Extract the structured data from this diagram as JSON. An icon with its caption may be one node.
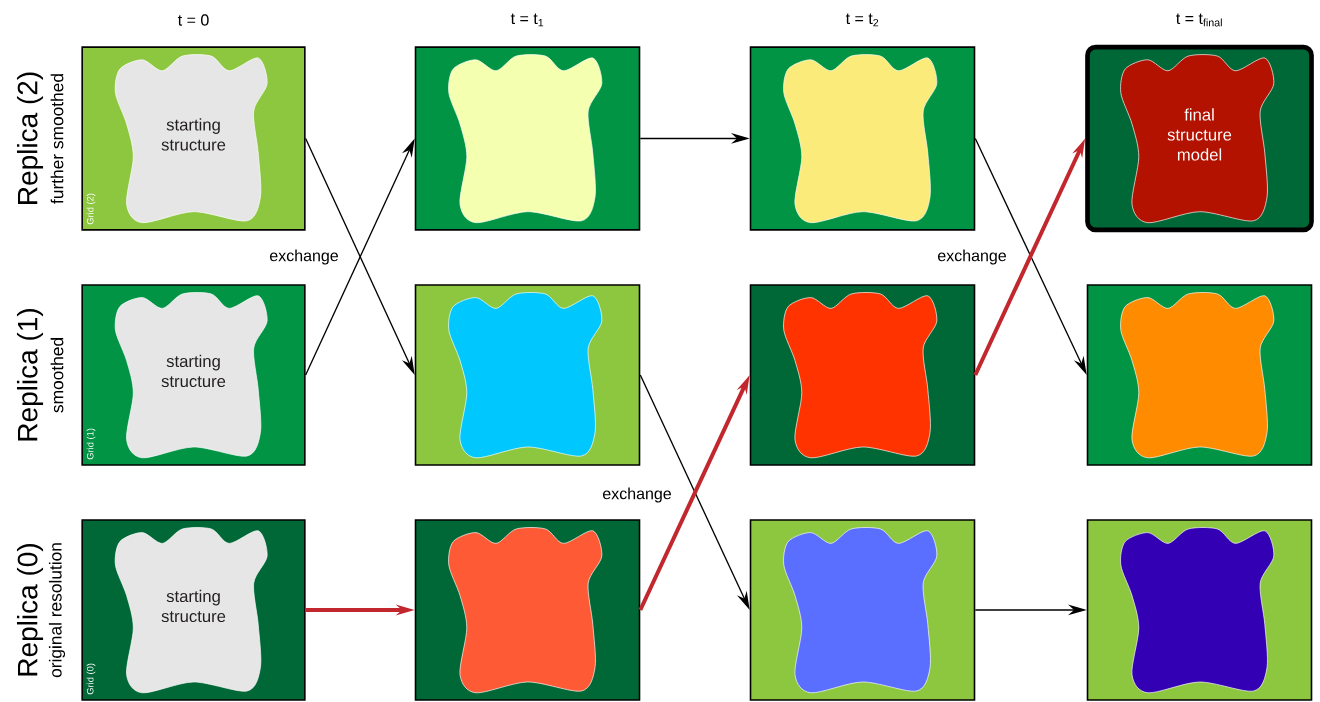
{
  "diagram": {
    "nodes": [
      {
        "text": [
          "starting structure",
          "Grid (2)"
        ]
      },
      {
        "text": [],
        "shape": "box"
      },
      {
        "text": [],
        "shape": "box"
      },
      {
        "text": [
          "final structure model"
        ]
      },
      {
        "text": [
          "starting structure",
          "Grid (1)"
        ]
      },
      {
        "text": [],
        "shape": "box"
      },
      {
        "text": [],
        "shape": "box"
      },
      {
        "text": [],
        "shape": "box"
      },
      {
        "text": [
          "starting structure",
          "Grid (0)"
        ]
      },
      {
        "text": [],
        "shape": "box"
      },
      {
        "text": [],
        "shape": "box"
      },
      {
        "text": [],
        "shape": "box"
      }
    ],
    "edges": [
      {
        "from": 0,
        "to": 5,
        "arrow": "to"
      },
      {
        "from": 4,
        "to": 1,
        "arrow": "to"
      },
      {
        "from": 1,
        "to": 2,
        "arrow": "to"
      },
      {
        "from": 2,
        "to": 7,
        "arrow": "to"
      },
      {
        "from": 6,
        "to": 3,
        "arrow": "to",
        "style": "thick",
        "color": "#c1272d"
      },
      {
        "from": 5,
        "to": 10,
        "arrow": "to"
      },
      {
        "from": 9,
        "to": 6,
        "arrow": "to",
        "style": "thick",
        "color": "#c1272d"
      },
      {
        "from": 8,
        "to": 9,
        "arrow": "to",
        "style": "thick",
        "color": "#c1272d"
      },
      {
        "from": 10,
        "to": 11,
        "arrow": "to"
      }
    ],
    "labels": [
      "t = 0",
      "t = t$_{1}$",
      "t = t$_{2}$",
      "t = t$_{final}$",
      "Replica (2)",
      "further smoothed",
      "Replica (1)",
      "smoothed",
      "Replica (0)",
      "original resolution",
      "exchange",
      "exchange",
      "exchange"
    ]
  }
}
